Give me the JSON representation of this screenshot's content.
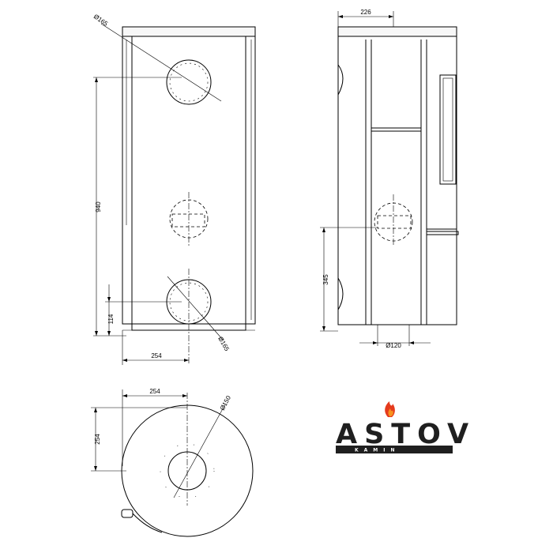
{
  "dimensions": {
    "front_top_hole_diameter": "Ø165",
    "front_height": "940",
    "front_bottom_height": "114",
    "front_width": "254",
    "front_bottom_hole_diameter": "Ø165",
    "side_depth": "226",
    "side_height": "345",
    "side_air_diameter": "Ø120",
    "base_width": "254",
    "base_depth": "254",
    "base_hole_diameter": "Ø150"
  },
  "logo": {
    "brand": "ASTOV",
    "sub": "KAMIN",
    "flame_colors": [
      "#e53a1c",
      "#f7931e"
    ]
  }
}
